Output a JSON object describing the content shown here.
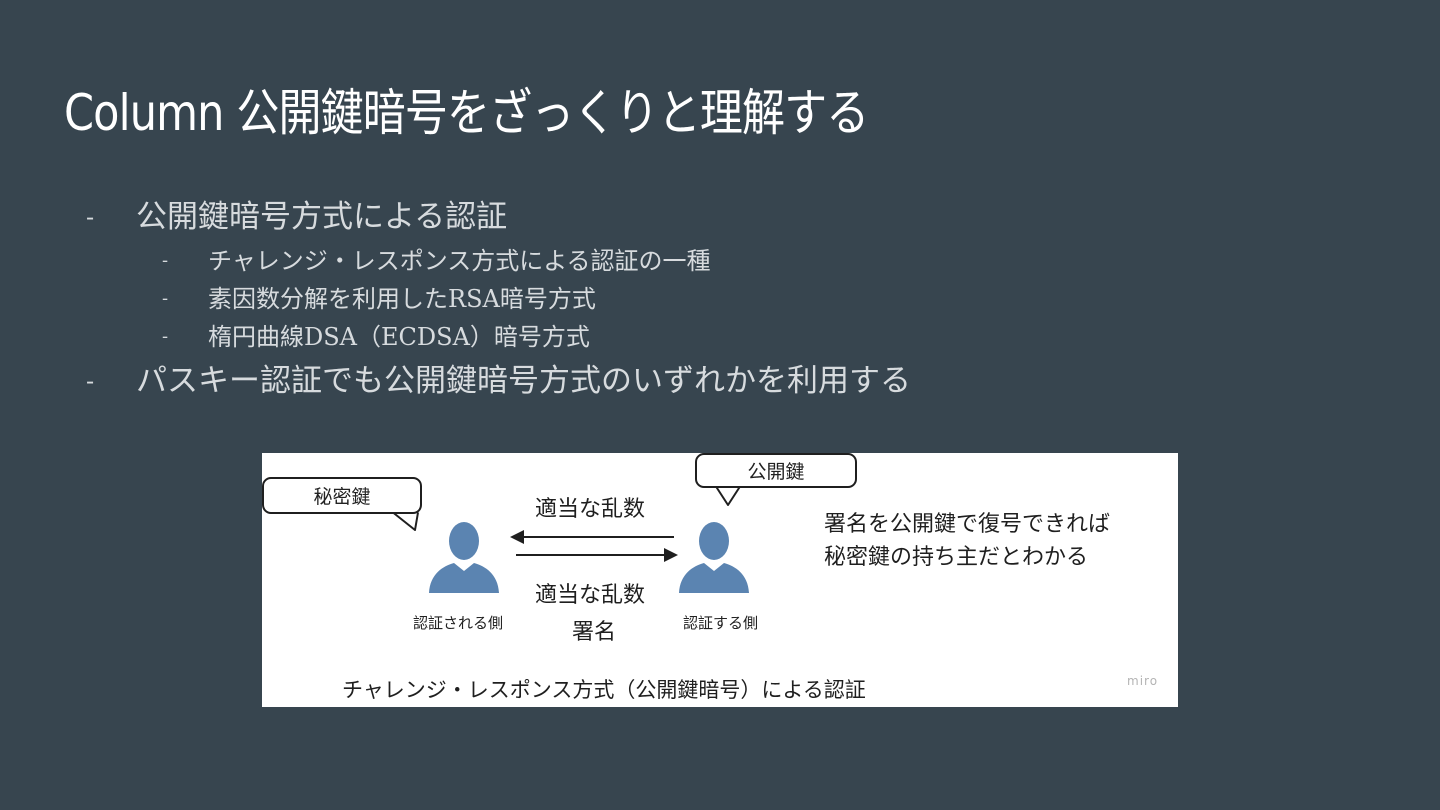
{
  "slide": {
    "title": "Column 公開鍵暗号をざっくりと理解する"
  },
  "bullets": [
    {
      "dash": "-",
      "text": "公開鍵暗号方式による認証"
    },
    {
      "dash": "-",
      "text": "チャレンジ・レスポンス方式による認証の一種"
    },
    {
      "dash": "-",
      "text": "素因数分解を利用したRSA暗号方式"
    },
    {
      "dash": "-",
      "text": "楕円曲線DSA（ECDSA）暗号方式"
    },
    {
      "dash": "-",
      "text": "パスキー認証でも公開鍵暗号方式のいずれかを利用する"
    }
  ],
  "diagram": {
    "private_key_label": "秘密鍵",
    "public_key_label": "公開鍵",
    "authenticated_side": "認証される側",
    "authenticating_side": "認証する側",
    "random_number_request": "適当な乱数",
    "random_number_response": "適当な乱数",
    "signature": "署名",
    "note_line1": "署名を公開鍵で復号できれば",
    "note_line2": "秘密鍵の持ち主だとわかる",
    "caption": "チャレンジ・レスポンス方式（公開鍵暗号）による認証",
    "watermark": "miro",
    "person_icon": "person-icon",
    "person_color": "#5b84b1"
  }
}
